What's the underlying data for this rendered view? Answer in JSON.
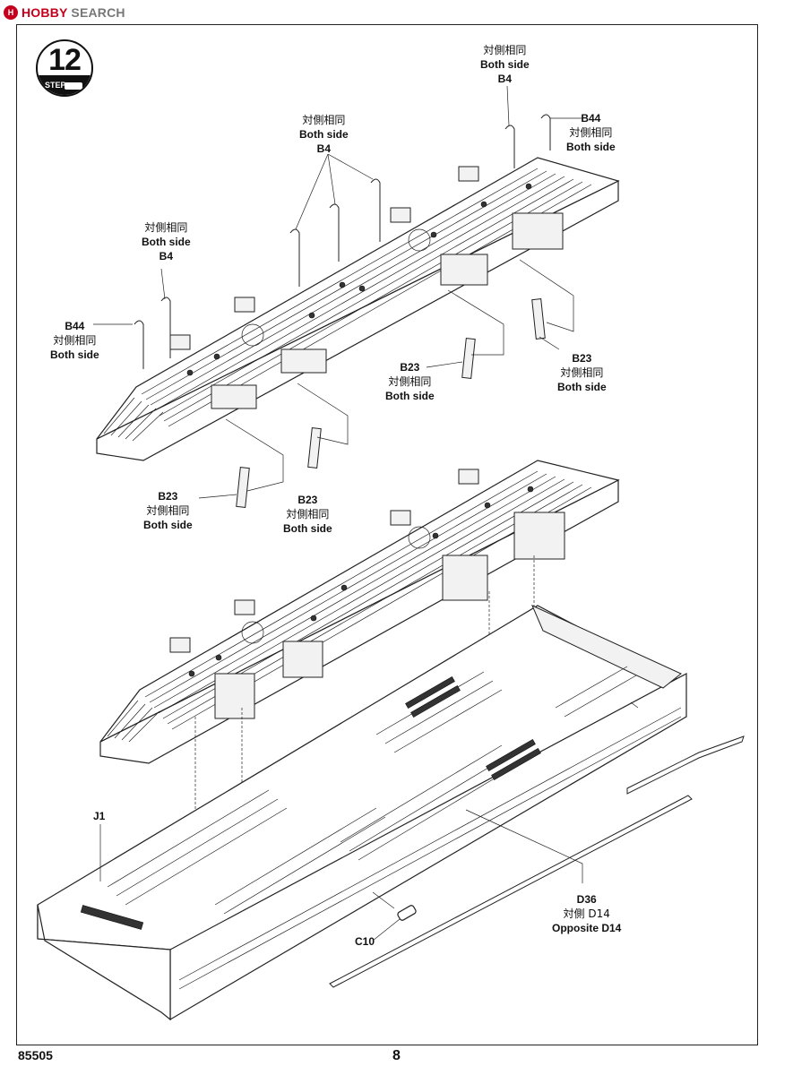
{
  "watermark": {
    "logo": "H",
    "part_a": "HOBBY",
    "part_b": " SEARCH"
  },
  "step": {
    "number": "12",
    "label": "STEP"
  },
  "callouts": {
    "b4_right": {
      "zh": "対側相同",
      "en": "Both side",
      "part": "B4"
    },
    "b44_right": {
      "part": "B44",
      "zh": "対側相同",
      "en": "Both side"
    },
    "b4_center": {
      "zh": "対側相同",
      "en": "Both side",
      "part": "B4"
    },
    "b4_left": {
      "zh": "対側相同",
      "en": "Both side",
      "part": "B4"
    },
    "b44_left": {
      "part": "B44",
      "zh": "対側相同",
      "en": "Both side"
    },
    "b23_mid": {
      "part": "B23",
      "zh": "対側相同",
      "en": "Both side"
    },
    "b23_right": {
      "part": "B23",
      "zh": "対側相同",
      "en": "Both side"
    },
    "b23_low_left": {
      "part": "B23",
      "zh": "対側相同",
      "en": "Both side"
    },
    "b23_low_right": {
      "part": "B23",
      "zh": "対側相同",
      "en": "Both side"
    },
    "d36": {
      "part": "D36",
      "zh": "対側 D14",
      "en": "Opposite D14"
    }
  },
  "refs": {
    "j1": "J1",
    "c10": "C10"
  },
  "footer": {
    "product_code": "85505",
    "page_number": "8"
  }
}
